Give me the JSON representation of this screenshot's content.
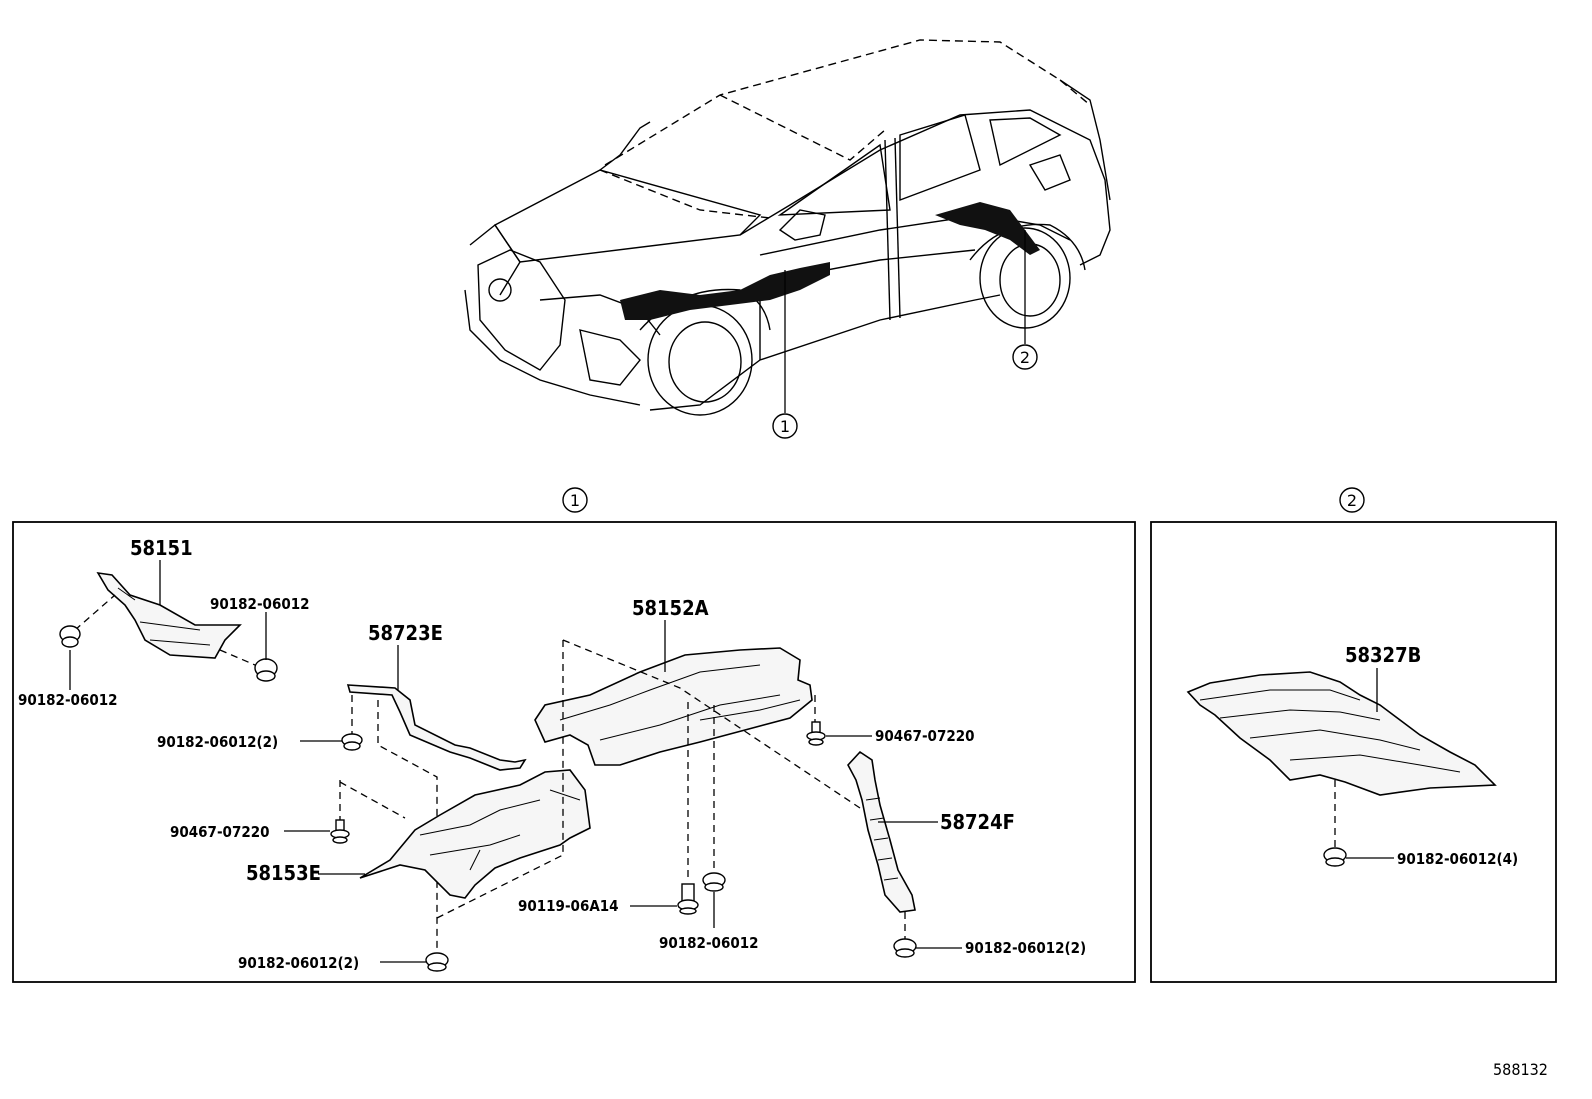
{
  "callouts": {
    "one": "1",
    "two": "2"
  },
  "parts": {
    "p58151": "58151",
    "p58723E": "58723E",
    "p58152A": "58152A",
    "p58153E": "58153E",
    "p58724F": "58724F",
    "p58327B": "58327B"
  },
  "fasteners": {
    "f_90182_06012_top_right": "90182-06012",
    "f_90182_06012_top_left": "90182-06012",
    "f_90182_06012_2_a": "90182-06012(2)",
    "f_90467_07220_left": "90467-07220",
    "f_90467_07220_right": "90467-07220",
    "f_90119_06A14": "90119-06A14",
    "f_90182_06012_mid": "90182-06012",
    "f_90182_06012_2_b": "90182-06012(2)",
    "f_90182_06012_2_c": "90182-06012(2)",
    "f_90182_06012_4": "90182-06012(4)"
  },
  "diagram_id": "588132"
}
